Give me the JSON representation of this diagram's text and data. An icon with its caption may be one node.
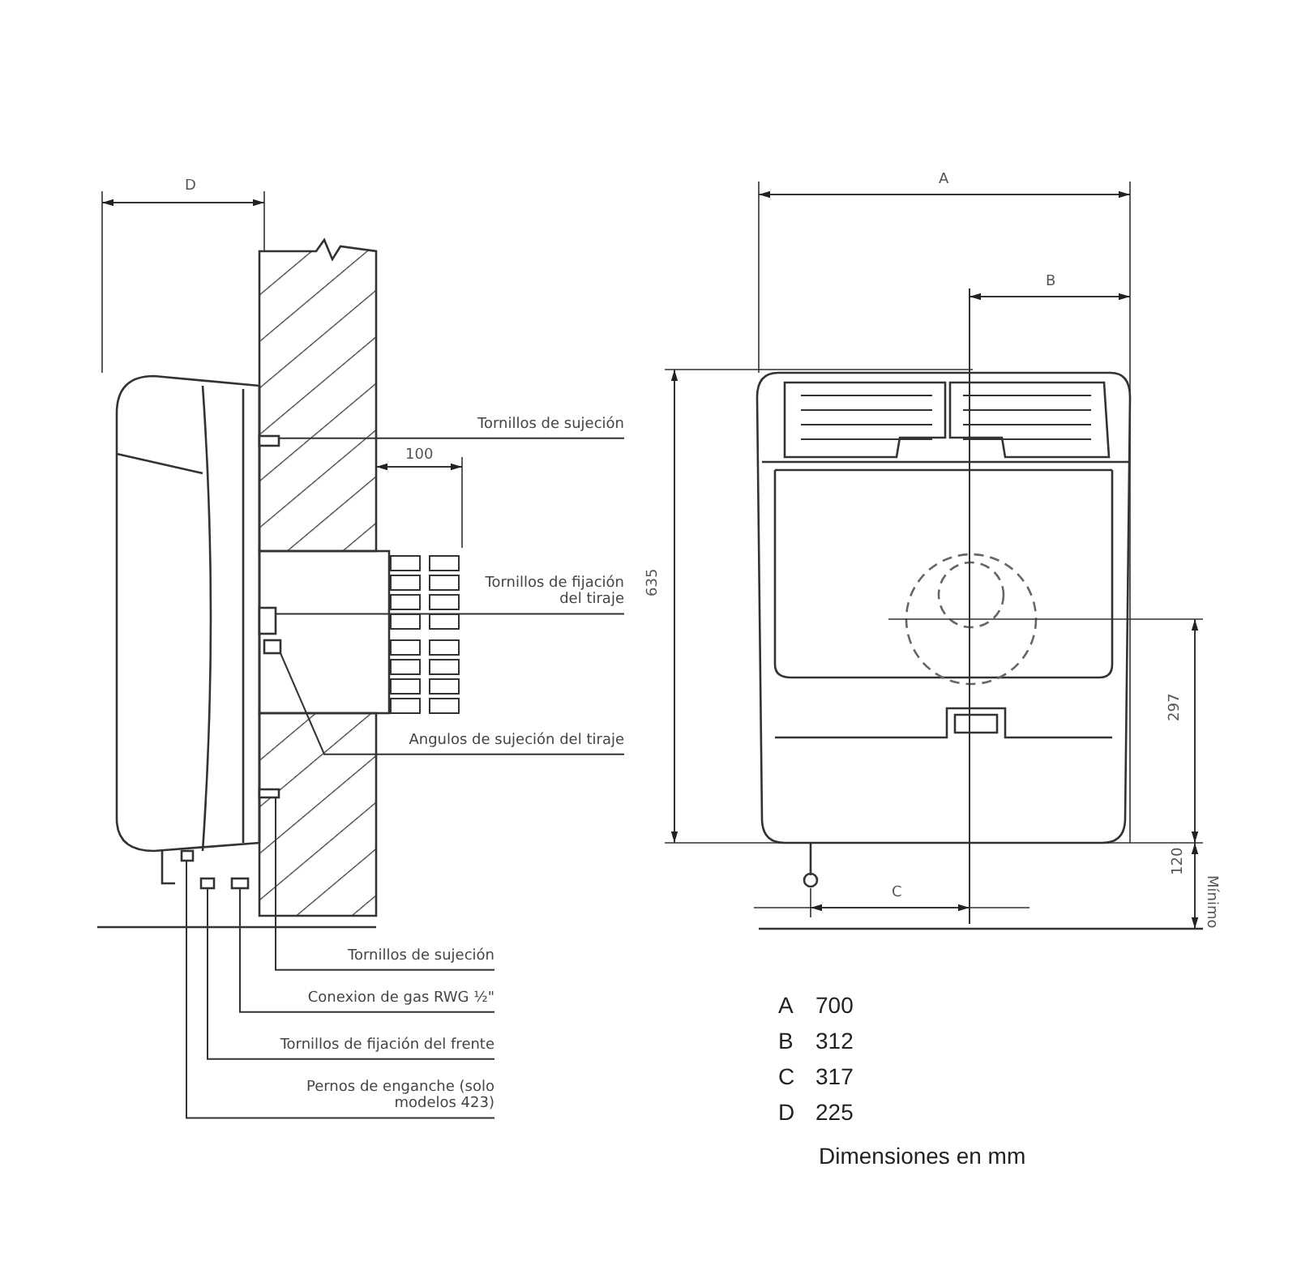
{
  "diagram": {
    "nodes": [
      {
        "text": [
          "Tornillos de sujeción"
        ]
      },
      {
        "text": [
          "Tornillos de fijación del tiraje"
        ]
      },
      {
        "text": [
          "Angulos de sujeción del tiraje"
        ]
      },
      {
        "text": [
          "Tornillos de sujeción"
        ]
      },
      {
        "text": [
          "Conexion de gas RWG ½\""
        ]
      },
      {
        "text": [
          "Tornillos de fijación del frente"
        ]
      },
      {
        "text": [
          "Pernos de enganche (solo modelos 423)"
        ]
      },
      {
        "text": [],
        "shape": "box"
      },
      {
        "text": [],
        "shape": "box"
      },
      {
        "text": [],
        "shape": "box"
      },
      {
        "text": [],
        "shape": "box"
      },
      {
        "text": [],
        "shape": "box"
      },
      {
        "text": [],
        "shape": "box"
      },
      {
        "text": [],
        "shape": "box"
      }
    ],
    "edges": [
      {
        "from": 0,
        "to": 7,
        "arrow": "none"
      },
      {
        "from": 1,
        "to": 8,
        "arrow": "none"
      },
      {
        "from": 2,
        "to": 9,
        "arrow": "none"
      },
      {
        "from": 3,
        "to": 10,
        "arrow": "none"
      },
      {
        "from": 4,
        "to": 11,
        "arrow": "none"
      },
      {
        "from": 5,
        "to": 12,
        "arrow": "none"
      },
      {
        "from": 6,
        "to": 13,
        "arrow": "none"
      }
    ],
    "labels": [
      "D",
      "100",
      "A",
      "B",
      "635",
      "297",
      "C",
      "120",
      "Mínimo",
      "A",
      "700",
      "B",
      "312",
      "C",
      "317",
      "D",
      "225",
      "Dimensiones en mm"
    ]
  }
}
